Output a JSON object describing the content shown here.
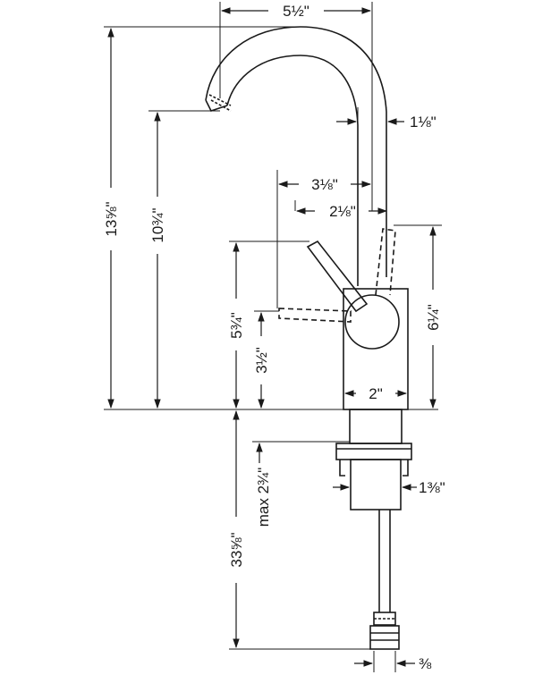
{
  "diagram": {
    "line_color": "#1a1a1a",
    "background": "#ffffff",
    "dimensions": {
      "spout_reach": "5½\"",
      "spout_tube_diameter": "1⅛\"",
      "handle_reach": "3⅛\"",
      "body_offset": "2⅛\"",
      "body_width": "2\"",
      "overall_height": "13⅝\"",
      "spout_outlet_height": "10¾\"",
      "handle_height": "5¾\"",
      "handle_pivot_height": "3½\"",
      "body_height_right": "6¼\"",
      "mount_thickness": "max 2¾\"",
      "shank_diameter": "1⅜\"",
      "supply_length": "33⅝\"",
      "supply_connection": "⅜"
    }
  }
}
